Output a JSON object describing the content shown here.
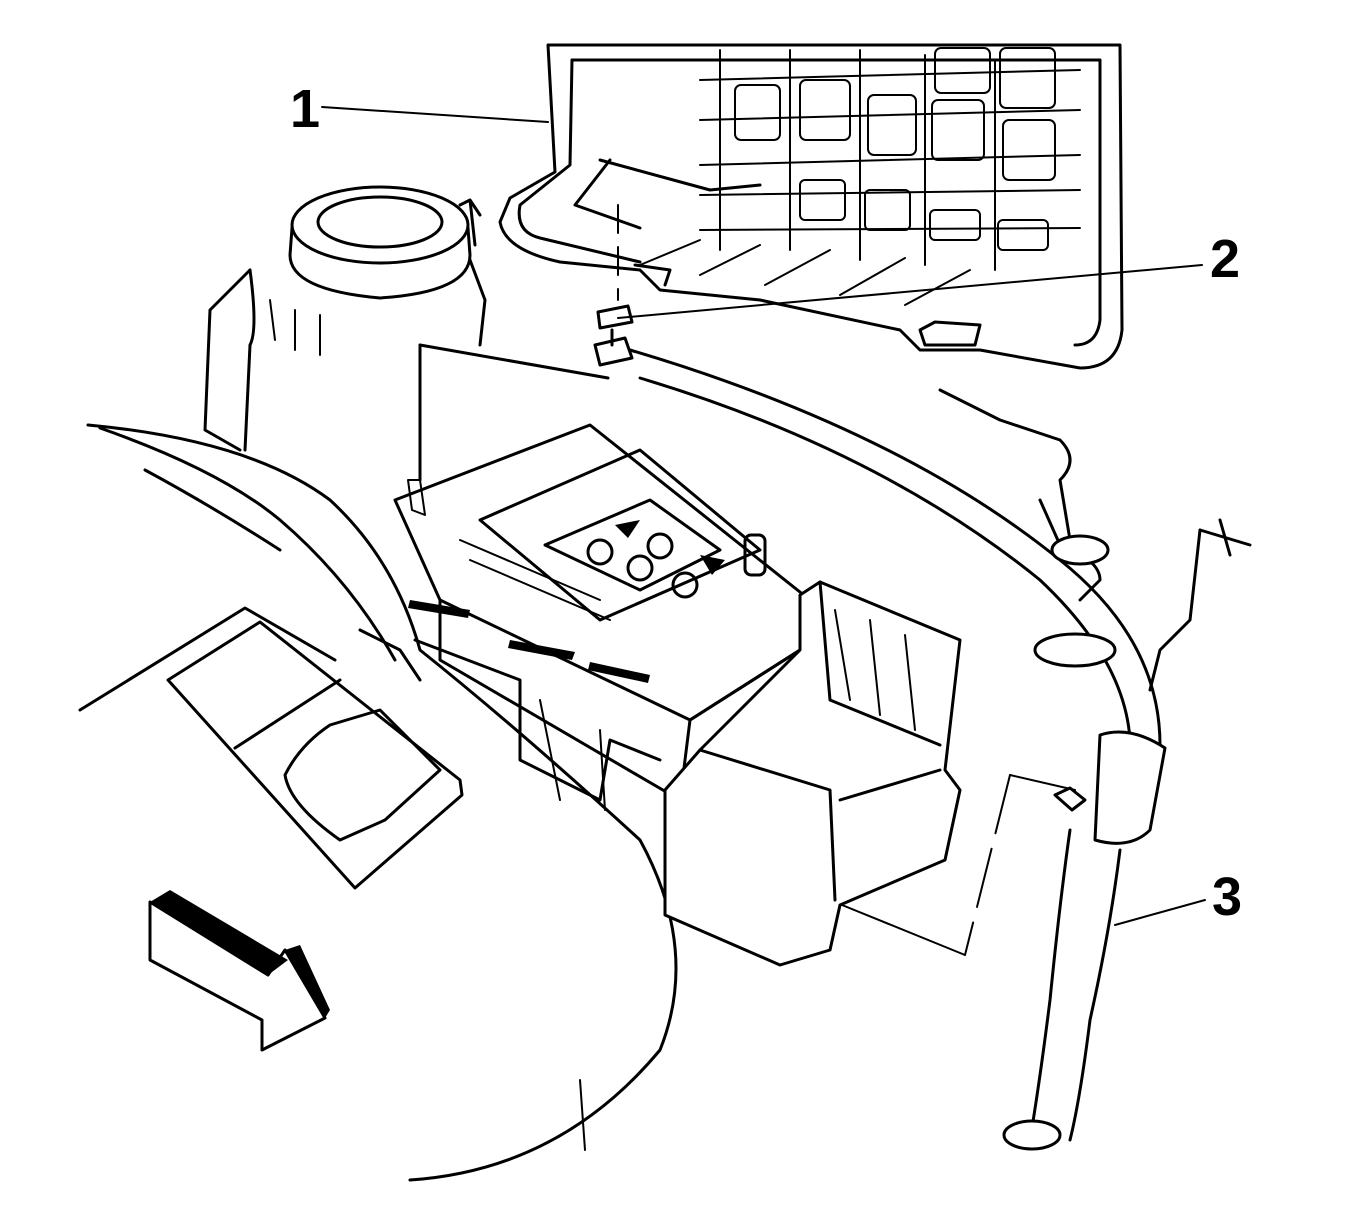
{
  "callouts": [
    {
      "id": "1",
      "label": "1"
    },
    {
      "id": "2",
      "label": "2"
    },
    {
      "id": "3",
      "label": "3"
    }
  ],
  "colors": {
    "line": "#000000",
    "background": "#ffffff"
  },
  "icons": [
    "direction-arrow-icon"
  ]
}
